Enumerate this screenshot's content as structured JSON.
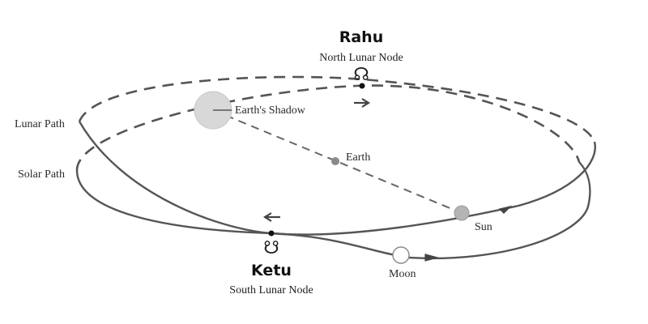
{
  "diagram": {
    "labels": {
      "lunar_path": "Lunar Path",
      "solar_path": "Solar Path",
      "earths_shadow": "Earth's Shadow",
      "earth": "Earth",
      "sun": "Sun",
      "moon": "Moon"
    },
    "north_node": {
      "title": "Rahu",
      "subtitle": "North Lunar Node",
      "symbol": "☊"
    },
    "south_node": {
      "title": "Ketu",
      "subtitle": "South Lunar Node",
      "symbol": "☋"
    },
    "colors": {
      "background": "#ffffff",
      "orbit_line": "#555555",
      "shadow_fill": "#d8d8d8",
      "earth_fill": "#8a8a8a",
      "sun_fill": "#b4b4b4",
      "moon_fill": "#ffffff",
      "text": "#222222"
    }
  }
}
